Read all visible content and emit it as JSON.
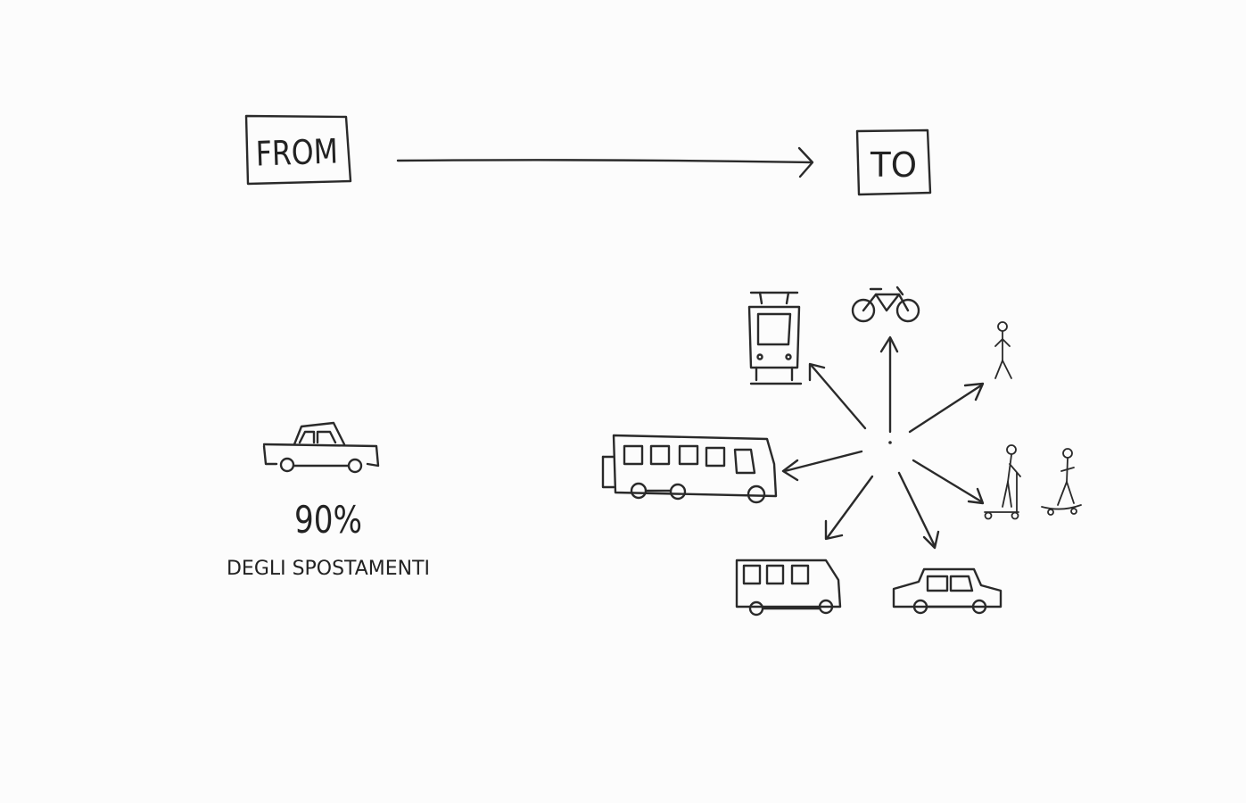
{
  "labels": {
    "from": "FROM",
    "to": "TO"
  },
  "car_stat": {
    "value": "90%",
    "caption": "DEGLI SPOSTAMENTI"
  },
  "icons": {
    "hub": [
      "tram-icon",
      "bicycle-icon",
      "pedestrian-icon",
      "kick-scooter-icon",
      "skateboard-icon",
      "car-icon",
      "minibus-icon",
      "bus-icon"
    ],
    "stat": "car-icon"
  },
  "colors": {
    "ink": "#2a2a2a",
    "paper": "#fcfcfc"
  }
}
